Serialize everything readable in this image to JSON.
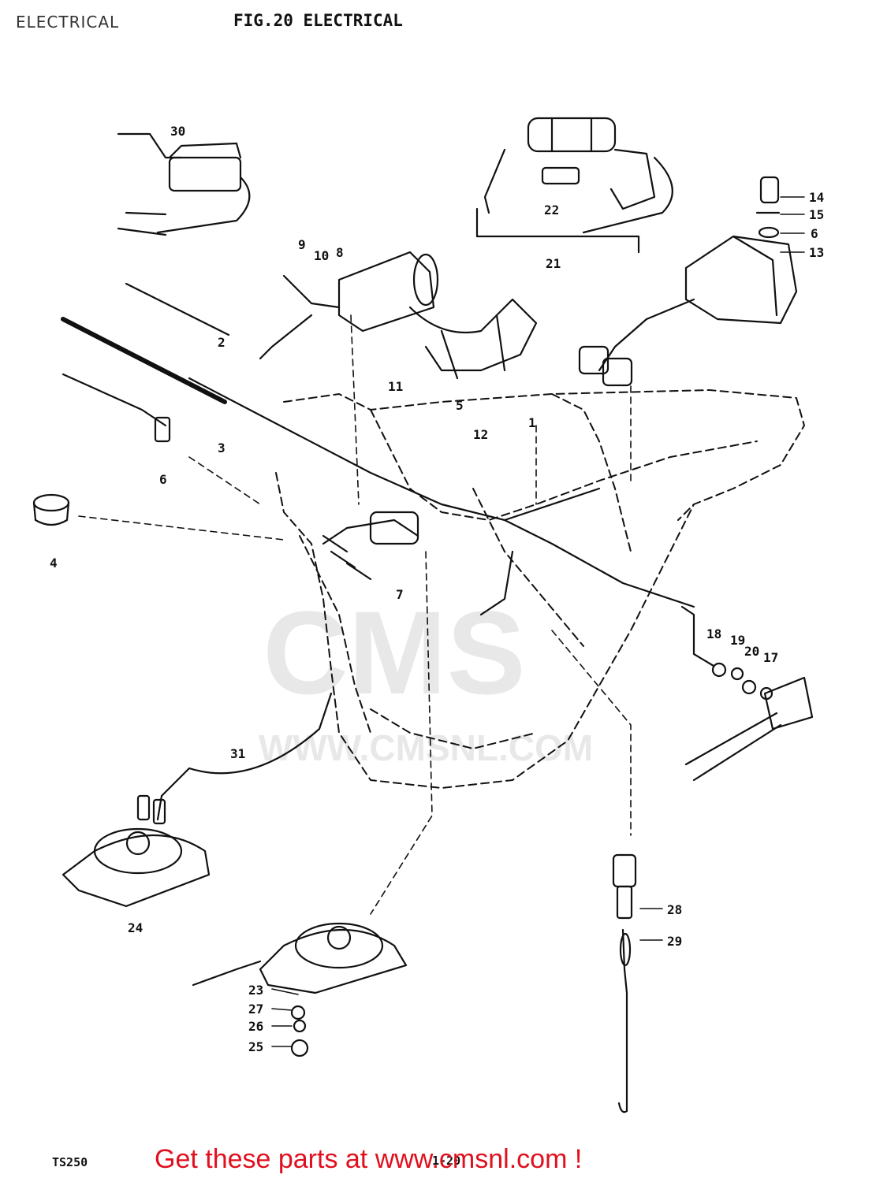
{
  "header": {
    "corner_label": "ELECTRICAL",
    "figure_title": "FIG.20  ELECTRICAL"
  },
  "footer": {
    "model_code": "TS250",
    "page_code": "1-20",
    "banner_text": "Get these parts at www.cmsnl.com !"
  },
  "watermark": {
    "logo_text": "CMS",
    "url_text": "WWW.CMSNL.COM"
  },
  "callouts": {
    "c30": "30",
    "c22": "22",
    "c21": "21",
    "c14": "14",
    "c15": "15",
    "c6a": "6",
    "c13": "13",
    "c9": "9",
    "c10": "10",
    "c8": "8",
    "c11": "11",
    "c5": "5",
    "c12": "12",
    "c1": "1",
    "c3": "3",
    "c6b": "6",
    "c2": "2",
    "c4": "4",
    "c7": "7",
    "c18": "18",
    "c19": "19",
    "c20": "20",
    "c17": "17",
    "c31": "31",
    "c24": "24",
    "c28": "28",
    "c29": "29",
    "c23": "23",
    "c27": "27",
    "c26": "26",
    "c25": "25"
  },
  "colors": {
    "ink": "#111111",
    "banner": "#e0101e",
    "watermark": "#e8e8e8"
  }
}
